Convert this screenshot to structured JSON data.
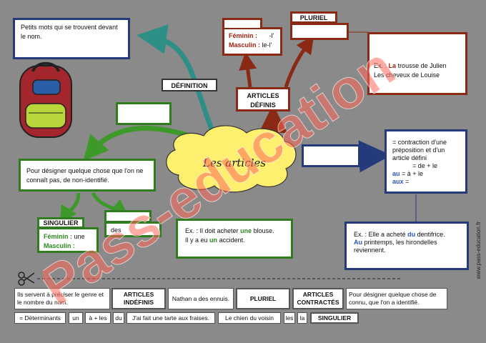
{
  "center": {
    "title": "Les articles"
  },
  "definition": {
    "label": "DÉFINITION",
    "text": "Petits mots qui se trouvent devant le nom."
  },
  "articles_definis": {
    "label_line1": "ARTICLES",
    "label_line2": "DÉFINIS",
    "feminin_label": "Féminin :",
    "feminin_value": "-l'",
    "masculin_label": "Masculin :",
    "masculin_value": "le-l'",
    "pluriel_label": "PLURIEL",
    "example_prefix": "Ex. :",
    "example_word": "La",
    "example_line1_rest": "trousse de Julien",
    "example_line2": "Les cheveux de Louise"
  },
  "indefinis": {
    "description": "Pour désigner quelque chose que l'on ne connaît pas, de non-identifié.",
    "singulier_label": "SINGULIER",
    "feminin_label": "Féminin :",
    "feminin_value": "une",
    "masculin_label": "Masculin :",
    "pluriel_value": "des",
    "example_prefix": "Ex. :",
    "example_part1": "Il doit acheter",
    "example_word1": "une",
    "example_part2": "blouse.",
    "example_part3": "Il y a eu",
    "example_word2": "un",
    "example_part4": "accident."
  },
  "contractes": {
    "line1": "= contraction d'une",
    "line2": "préposition et d'un",
    "line3": "article défini",
    "line4": "= de + le",
    "au_word": "au",
    "au_rest": "= à + le",
    "aux_word": "aux",
    "aux_rest": "=",
    "example_prefix": "Ex. :",
    "example_part1": "Elle a acheté",
    "example_word1": "du",
    "example_part2": "dentifrice.",
    "example_word2": "Au",
    "example_part3": "printemps, les hirondelles reviennent."
  },
  "cutouts": {
    "row1": [
      "Ils servent à préciser le genre et le nombre du nom.",
      "ARTICLES INDÉFINIS",
      "Nathan a des ennuis.",
      "PLURIEL",
      "ARTICLES CONTRACTÉS",
      "Pour désigner quelque chose de connu, que l'on a identifié."
    ],
    "row2": [
      "= Déterminants",
      "un",
      "à + les",
      "du",
      "J'ai fait une tarte aux fraises.",
      "Le chien du voisin",
      "les",
      "la",
      "SINGULIER"
    ]
  },
  "watermark": "Pass-education",
  "side_credit": "www.pass-education.fr",
  "colors": {
    "navy": "#243a7a",
    "green": "#2f7d1f",
    "red": "#8b2a14",
    "watermark": "#ff6a5a"
  }
}
